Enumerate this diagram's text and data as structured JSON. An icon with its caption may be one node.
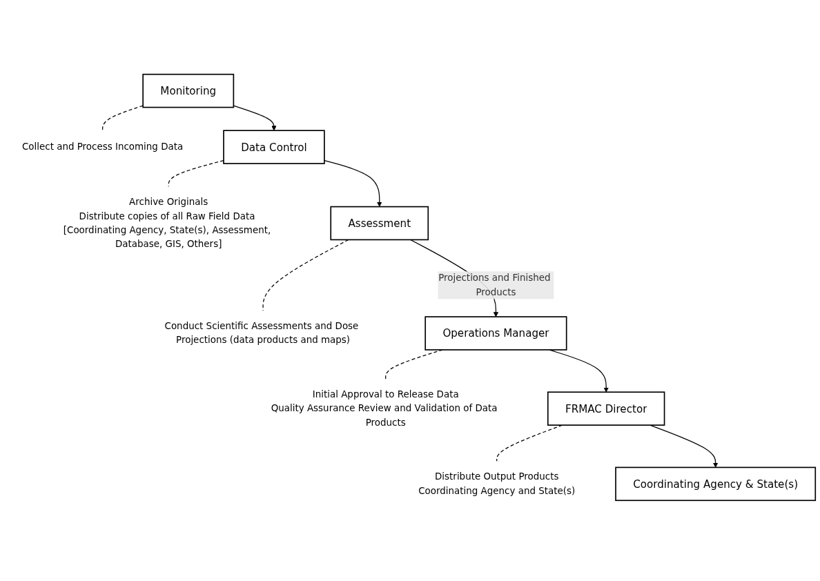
{
  "diagram": {
    "nodes": [
      {
        "text": [
          "Monitoring"
        ]
      },
      {
        "text": [
          "Collect and Process Incoming Data"
        ]
      },
      {
        "text": [
          "Data Control"
        ]
      },
      {
        "text": [
          "Archive Originals",
          "Distribute copies of all Raw Field Data [Coordinating Agency, State(s), Assessment, Database, GIS, Others]"
        ]
      },
      {
        "text": [
          "Assessment"
        ]
      },
      {
        "text": [
          "Conduct Scientific Assessments and Dose Projections (data products and maps)"
        ]
      },
      {
        "text": [
          "Operations Manager"
        ]
      },
      {
        "text": [
          "Initial Approval to Release Data",
          "Quality Assurance Review and Validation of Data Products"
        ]
      },
      {
        "text": [
          "FRMAC Director"
        ]
      },
      {
        "text": [
          "Distribute Output Products",
          "Coordinating Agency and State(s)"
        ]
      },
      {
        "text": [
          "Coordinating Agency & State(s)"
        ]
      }
    ],
    "edges": [
      {
        "from": 0,
        "to": 1,
        "arrow": "none",
        "style": "dashed"
      },
      {
        "from": 0,
        "to": 2,
        "arrow": "to"
      },
      {
        "from": 2,
        "to": 3,
        "arrow": "none",
        "style": "dashed"
      },
      {
        "from": 2,
        "to": 4,
        "arrow": "to"
      },
      {
        "from": 4,
        "to": 5,
        "arrow": "none",
        "style": "dashed"
      },
      {
        "from": 4,
        "to": 6,
        "arrow": "to",
        "label": "Projections and Finished Products"
      },
      {
        "from": 6,
        "to": 7,
        "arrow": "none",
        "style": "dashed"
      },
      {
        "from": 6,
        "to": 8,
        "arrow": "to"
      },
      {
        "from": 8,
        "to": 9,
        "arrow": "none",
        "style": "dashed"
      },
      {
        "from": 8,
        "to": 10,
        "arrow": "to"
      }
    ]
  }
}
